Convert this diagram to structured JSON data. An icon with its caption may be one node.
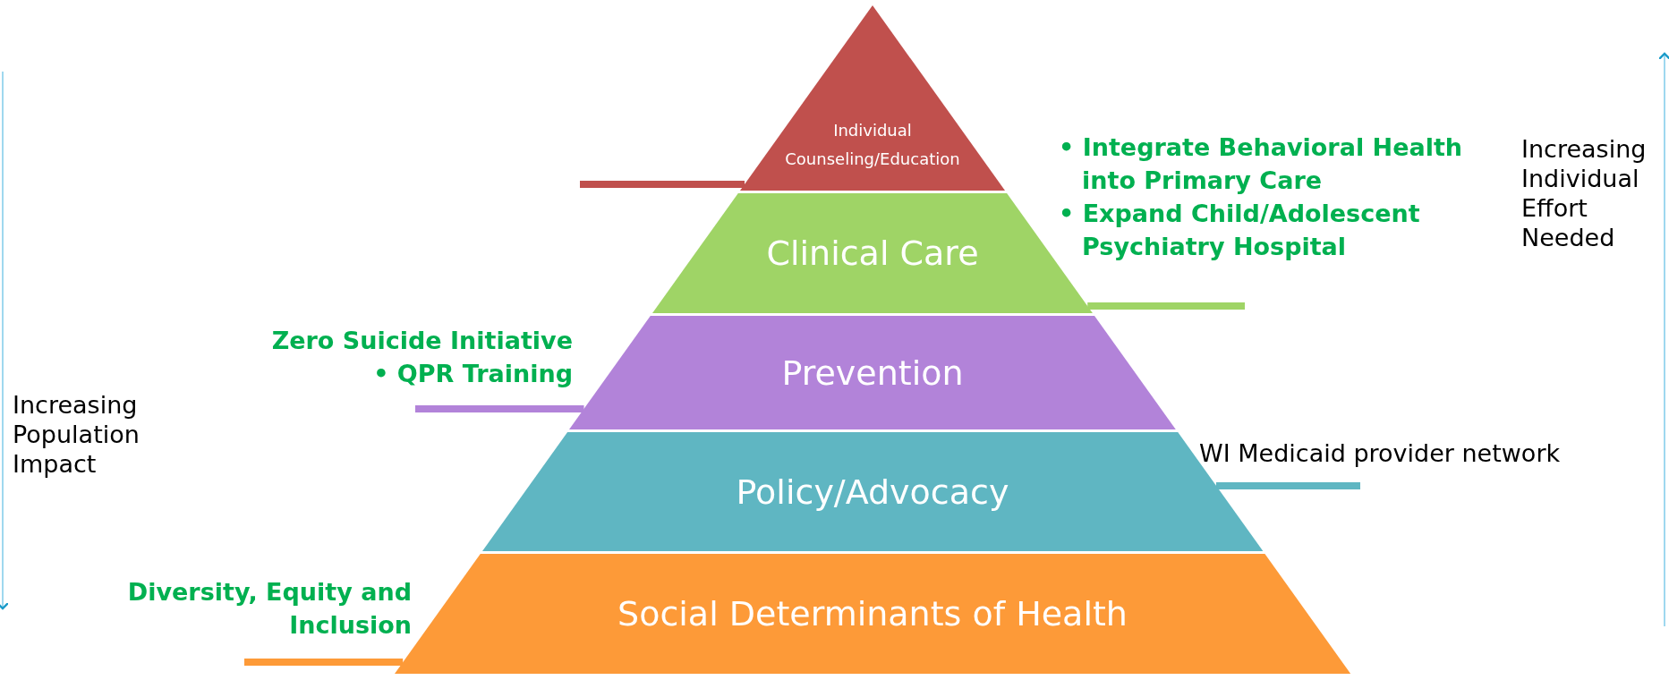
{
  "diagram": {
    "nodes": [
      {
        "text": [
          "Individual Counseling/Education"
        ]
      },
      {
        "text": [
          "Clinical Care"
        ]
      },
      {
        "text": [
          "Prevention"
        ]
      },
      {
        "text": [
          "Policy/Advocacy"
        ]
      },
      {
        "text": [
          "Social Determinants of Health"
        ]
      },
      {
        "text": [
          "• Integrate Behavioral Health into Primary Care",
          "• Expand Child/Adolescent Psychiatry Hospital"
        ]
      },
      {
        "text": [
          "Zero Suicide Initiative",
          "• QPR Training"
        ]
      },
      {
        "text": [
          "WI Medicaid provider network"
        ]
      },
      {
        "text": [
          "Diversity, Equity and Inclusion"
        ]
      }
    ],
    "edges": [
      {
        "from": null,
        "to": 0,
        "arrow": "none",
        "color": "#c0504d"
      },
      {
        "from": 5,
        "to": 1,
        "arrow": "none",
        "color": "#9fd466"
      },
      {
        "from": 6,
        "to": 2,
        "arrow": "none",
        "color": "#b283d9"
      },
      {
        "from": 7,
        "to": 3,
        "arrow": "none",
        "color": "#5fb6c2"
      },
      {
        "from": 8,
        "to": 4,
        "arrow": "none",
        "color": "#fd9a38"
      }
    ],
    "labels": [
      "Increasing Population Impact",
      "Increasing Individual Effort Needed"
    ]
  }
}
